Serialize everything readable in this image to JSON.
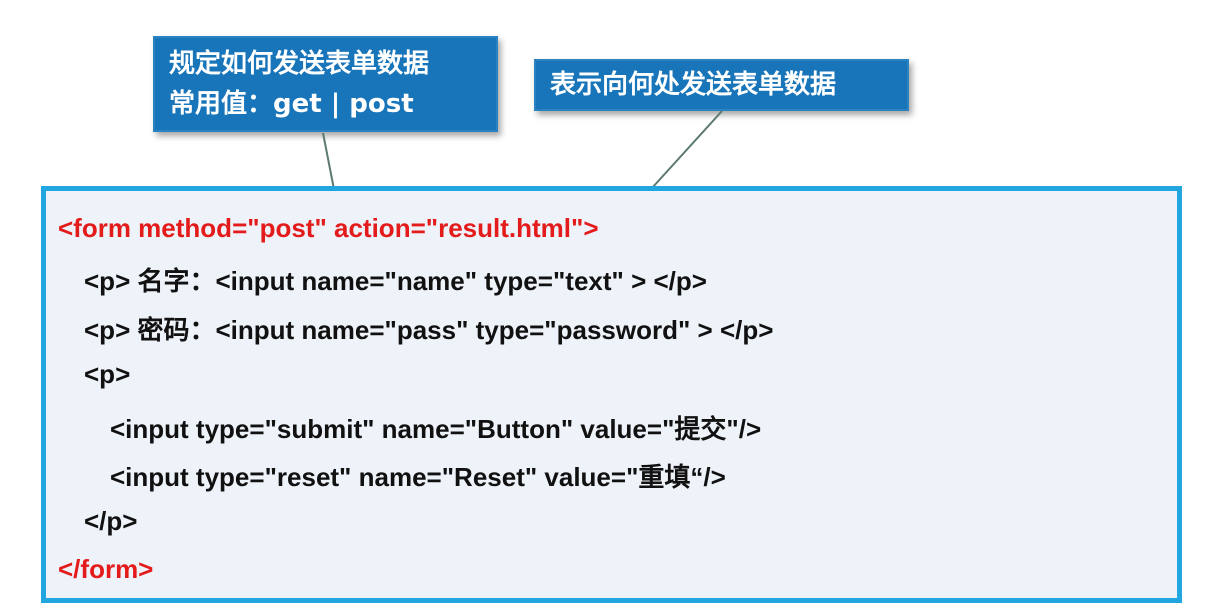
{
  "callout_method": {
    "line1": "规定如何发送表单数据",
    "line2": "常用值：get  | post"
  },
  "callout_action": {
    "text": "表示向何处发送表单数据"
  },
  "code_lines": [
    "<form  method=\"post\" action=\"result.html\">",
    "<p>  名字：<input name=\"name\" type=\"text\" >  </p>",
    "<p>  密码：<input name=\"pass\" type=\"password\" >  </p>",
    "<p>",
    "<input type=\"submit\" name=\"Button\" value=\"提交\"/>",
    "<input type=\"reset\" name=\"Reset\" value=\"重填“/>",
    "</p>",
    "</form>"
  ],
  "colors": {
    "callout_bg": "#1875b9",
    "code_border": "#21a6e0",
    "code_bg": "#eef3fa",
    "keyword_red": "#e31b1b",
    "text": "#111111"
  }
}
